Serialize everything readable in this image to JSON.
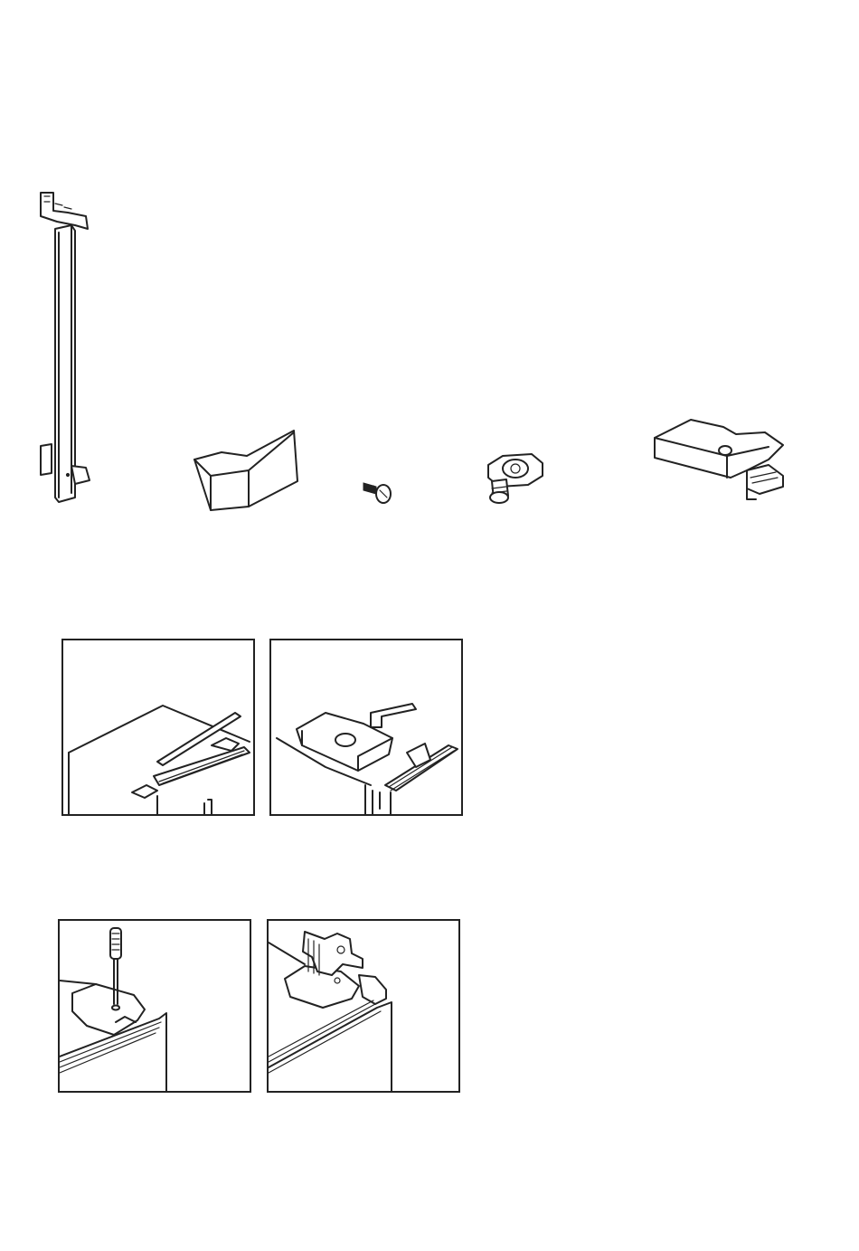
{
  "page": {
    "parts_section": {
      "parts": [
        {
          "icon": "door-handle-bar-icon"
        },
        {
          "icon": "handle-cover-cap-icon"
        },
        {
          "icon": "screw-icon"
        },
        {
          "icon": "door-stopper-icon"
        },
        {
          "icon": "hinge-bracket-plate-icon"
        }
      ]
    },
    "step_figures_row1": [
      {
        "icon": "cabinet-top-hinge-removal-illustration"
      },
      {
        "icon": "hinge-plate-and-cover-illustration"
      }
    ],
    "step_figures_row2": [
      {
        "icon": "screwdriver-on-hinge-illustration"
      },
      {
        "icon": "mounted-hinge-bracket-illustration"
      }
    ]
  }
}
